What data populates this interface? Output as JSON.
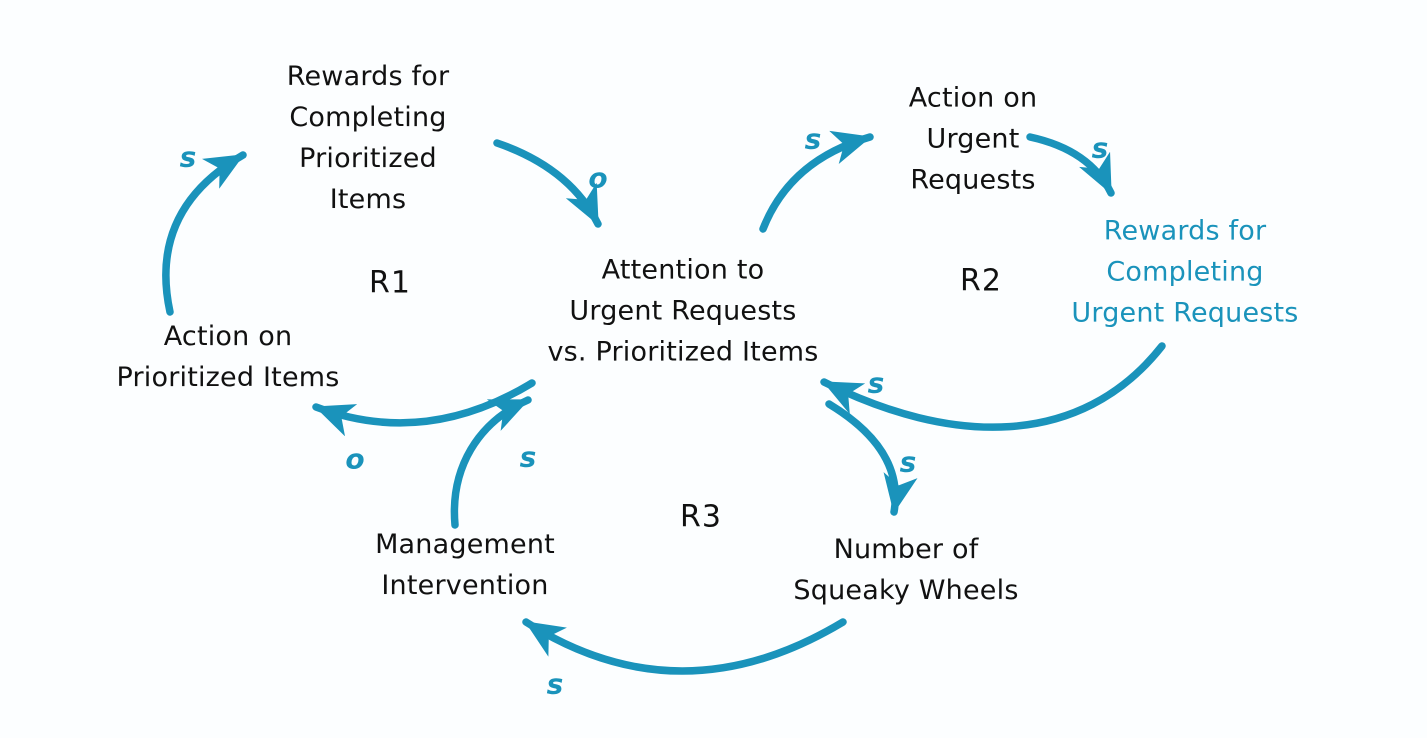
{
  "diagram": {
    "type": "causal-loop-diagram",
    "colors": {
      "accent": "#1a93bb",
      "text": "#111111",
      "background": "#fcfeff"
    }
  },
  "nodes": [
    {
      "id": "rewards-completing-prioritized-items",
      "color": "black",
      "lines": [
        "Rewards for",
        "Completing",
        "Prioritized",
        "Items"
      ]
    },
    {
      "id": "action-on-prioritized-items",
      "color": "black",
      "lines": [
        "Action on",
        "Prioritized Items"
      ]
    },
    {
      "id": "attention-to-urgent-vs-prioritized",
      "color": "black",
      "lines": [
        "Attention to",
        "Urgent Requests",
        "vs. Prioritized Items"
      ]
    },
    {
      "id": "action-on-urgent-requests",
      "color": "black",
      "lines": [
        "Action on",
        "Urgent",
        "Requests"
      ]
    },
    {
      "id": "rewards-completing-urgent-requests",
      "color": "accent",
      "lines": [
        "Rewards for",
        "Completing",
        "Urgent Requests"
      ]
    },
    {
      "id": "number-of-squeaky-wheels",
      "color": "black",
      "lines": [
        "Number of",
        "Squeaky Wheels"
      ]
    },
    {
      "id": "management-intervention",
      "color": "black",
      "lines": [
        "Management",
        "Intervention"
      ]
    }
  ],
  "loops": [
    {
      "id": "loop-r1",
      "label": "R1",
      "kind": "reinforcing"
    },
    {
      "id": "loop-r2",
      "label": "R2",
      "kind": "reinforcing"
    },
    {
      "id": "loop-r3",
      "label": "R3",
      "kind": "reinforcing"
    }
  ],
  "links": [
    {
      "from": "action-on-prioritized-items",
      "to": "rewards-completing-prioritized-items",
      "polarity": "s"
    },
    {
      "from": "rewards-completing-prioritized-items",
      "to": "attention-to-urgent-vs-prioritized",
      "polarity": "o"
    },
    {
      "from": "attention-to-urgent-vs-prioritized",
      "to": "action-on-urgent-requests",
      "polarity": "s"
    },
    {
      "from": "action-on-urgent-requests",
      "to": "rewards-completing-urgent-requests",
      "polarity": "s"
    },
    {
      "from": "rewards-completing-urgent-requests",
      "to": "attention-to-urgent-vs-prioritized",
      "polarity": "s"
    },
    {
      "from": "attention-to-urgent-vs-prioritized",
      "to": "number-of-squeaky-wheels",
      "polarity": "s"
    },
    {
      "from": "number-of-squeaky-wheels",
      "to": "management-intervention",
      "polarity": "s"
    },
    {
      "from": "management-intervention",
      "to": "attention-to-urgent-vs-prioritized",
      "polarity": "s"
    },
    {
      "from": "attention-to-urgent-vs-prioritized",
      "to": "action-on-prioritized-items",
      "polarity": "o"
    }
  ]
}
